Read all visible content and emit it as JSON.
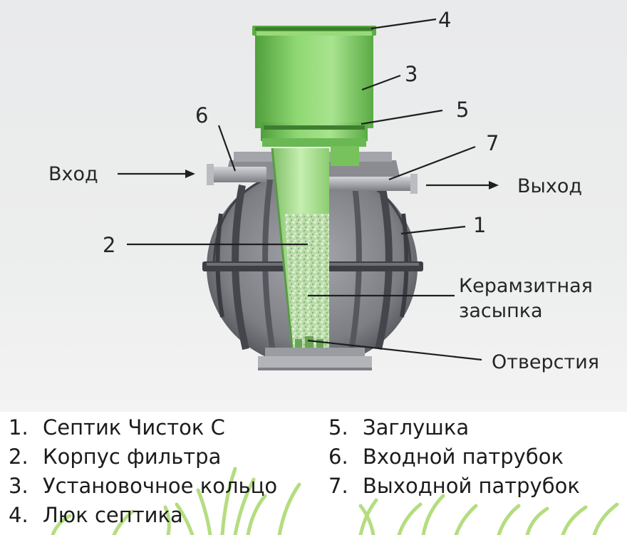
{
  "diagram": {
    "inlet_label": "Вход",
    "outlet_label": "Выход",
    "fill_label_line1": "Керамзитная",
    "fill_label_line2": "засыпка",
    "holes_label": "Отверстия",
    "callouts": [
      "1",
      "2",
      "3",
      "4",
      "5",
      "6",
      "7"
    ]
  },
  "legend": {
    "left": [
      {
        "num": "1.",
        "text": "Септик Чисток С"
      },
      {
        "num": "2.",
        "text": "Корпус фильтра"
      },
      {
        "num": "3.",
        "text": "Установочное кольцо"
      },
      {
        "num": "4.",
        "text": "Люк септика"
      }
    ],
    "right": [
      {
        "num": "5.",
        "text": "Заглушка"
      },
      {
        "num": "6.",
        "text": "Входной патрубок"
      },
      {
        "num": "7.",
        "text": "Выходной патрубок"
      }
    ]
  },
  "colors": {
    "green_light": "#a8e08a",
    "green_mid": "#7ccc5e",
    "green_dark": "#4f9f3c",
    "body_gray": "#8c8e94",
    "body_dark": "#3e4046",
    "text": "#262626",
    "grass": "#9ed25a"
  }
}
